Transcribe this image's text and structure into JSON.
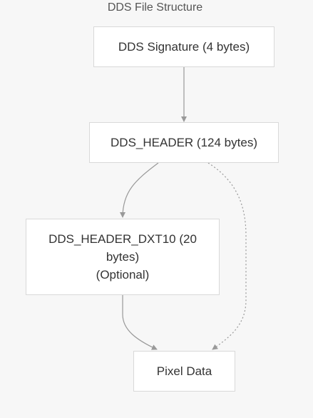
{
  "diagram": {
    "title": "DDS File Structure",
    "nodes": {
      "signature": "DDS Signature (4 bytes)",
      "header": "DDS_HEADER (124 bytes)",
      "header_dxt10_line1": "DDS_HEADER_DXT10 (20",
      "header_dxt10_line2": "bytes)",
      "header_dxt10_line3": "(Optional)",
      "pixel_data": "Pixel Data"
    },
    "edges": [
      {
        "from": "signature",
        "to": "header",
        "style": "solid"
      },
      {
        "from": "header",
        "to": "header_dxt10",
        "style": "solid"
      },
      {
        "from": "header",
        "to": "pixel_data",
        "style": "dotted"
      },
      {
        "from": "header_dxt10",
        "to": "pixel_data",
        "style": "solid"
      }
    ],
    "colors": {
      "background": "#f7f7f7",
      "node_fill": "#ffffff",
      "node_border": "#d9d9d9",
      "edge": "#999999",
      "text": "#333333",
      "title_text": "#555555"
    }
  }
}
